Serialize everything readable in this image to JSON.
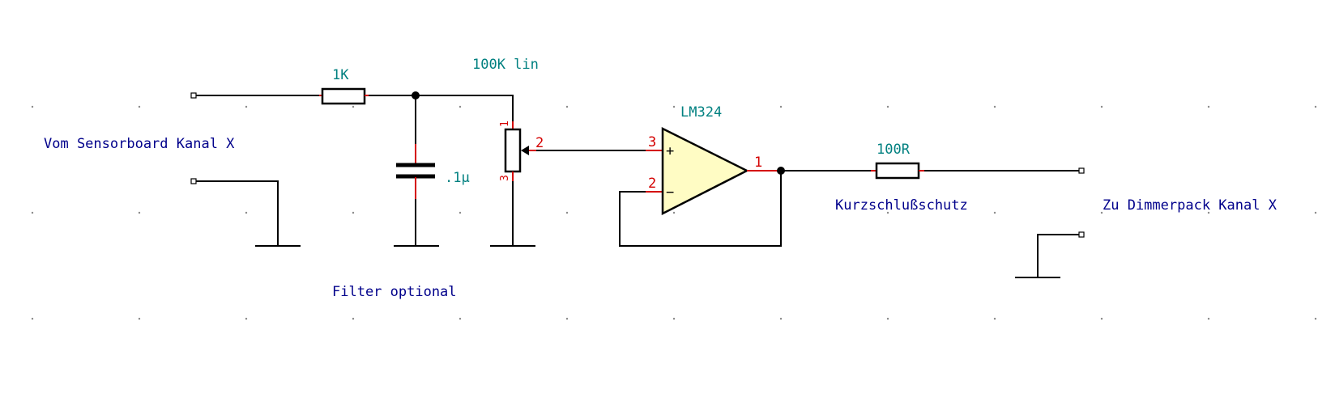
{
  "labels": {
    "input": "Vom Sensorboard Kanal X",
    "output": "Zu Dimmerpack Kanal X",
    "filter": "Filter optional",
    "protection": "Kurzschlußschutz"
  },
  "components": {
    "r1": {
      "value": "1K"
    },
    "c1": {
      "value": ".1µ"
    },
    "pot": {
      "value": "100K lin",
      "pin_top": "1",
      "pin_wiper": "2",
      "pin_bottom": "3"
    },
    "opamp": {
      "value": "LM324",
      "pin_out": "1",
      "pin_inv": "2",
      "pin_noninv": "3",
      "plus": "+",
      "minus": "−"
    },
    "r2": {
      "value": "100R"
    }
  },
  "colors": {
    "wire": "#000000",
    "pin": "#d40000",
    "net_label": "#00008b",
    "value_label": "#008080",
    "opamp_fill": "#fffcc4",
    "grid": "#8a8a8a"
  }
}
